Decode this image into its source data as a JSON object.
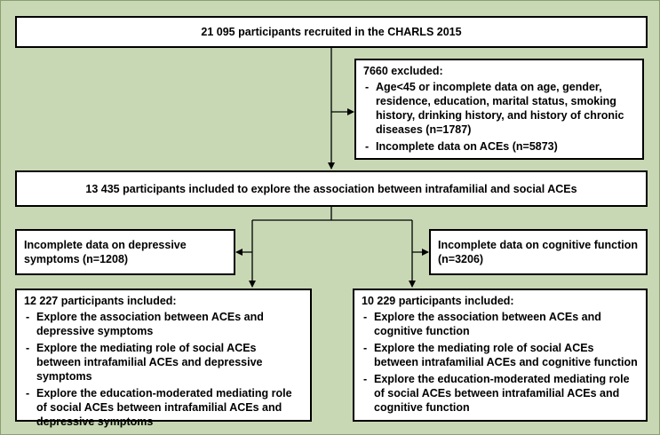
{
  "top_box": "21 095 participants recruited in the CHARLS  2015",
  "excluded_box": {
    "heading": "7660 excluded:",
    "items": [
      "Age<45 or incomplete data on age, gender, residence, education, marital status, smoking history, drinking history, and history of chronic diseases (n=1787)",
      "Incomplete data on ACEs (n=5873)"
    ]
  },
  "middle_box": "13 435 participants included to explore the association between intrafamilial and social ACEs",
  "left_excluded": "Incomplete data on depressive symptoms (n=1208)",
  "right_excluded": "Incomplete data on cognitive function (n=3206)",
  "left_final": {
    "heading": "12 227 participants included:",
    "items": [
      "Explore the association between ACEs and depressive symptoms",
      "Explore the mediating role of social ACEs between intrafamilial ACEs and depressive symptoms",
      "Explore the education-moderated mediating role of social ACEs between intrafamilial ACEs and depressive symptoms"
    ]
  },
  "right_final": {
    "heading": "10 229 participants included:",
    "items": [
      "Explore the association between ACEs and cognitive function",
      "Explore the mediating role of social ACEs between intrafamilial ACEs and cognitive function",
      "Explore the education-moderated mediating role of social ACEs between intrafamilial ACEs and cognitive function"
    ]
  }
}
